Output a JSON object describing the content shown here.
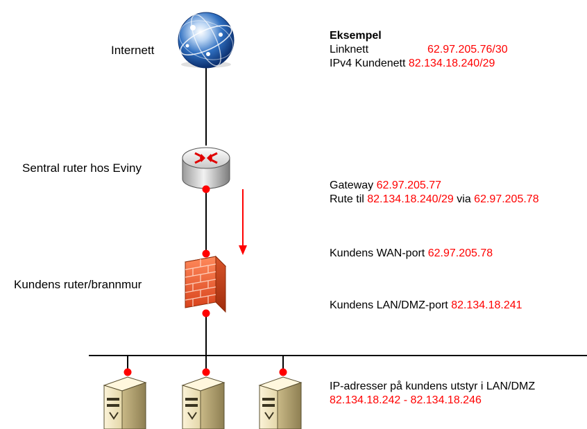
{
  "nodes": {
    "internet": "Internett",
    "central_router": "Sentral ruter hos Eviny",
    "customer_router": "Kundens ruter/brannmur"
  },
  "example": {
    "heading": "Eksempel",
    "linknett_label": "Linknett",
    "linknett_value": "62.97.205.76/30",
    "ipv4_label": "IPv4 Kundenett",
    "ipv4_value": "82.134.18.240/29"
  },
  "gateway": {
    "label": "Gateway",
    "value": "62.97.205.77"
  },
  "route": {
    "prefix": "Rute til",
    "network": "82.134.18.240/29",
    "via": "via",
    "next_hop": "62.97.205.78"
  },
  "wan": {
    "label": "Kundens WAN-port",
    "value": "62.97.205.78"
  },
  "lan": {
    "label": "Kundens LAN/DMZ-port",
    "value": "82.134.18.241"
  },
  "equipment": {
    "label": "IP-adresser på kundens utstyr i LAN/DMZ",
    "range": "82.134.18.242 - 82.134.18.246"
  },
  "colors": {
    "address_text": "#ff0000",
    "port_dot": "#ff0000",
    "flow_arrow": "#ff0000",
    "link_line": "#000000"
  },
  "icons": [
    "globe-icon",
    "router-icon",
    "firewall-icon",
    "server-icon"
  ]
}
